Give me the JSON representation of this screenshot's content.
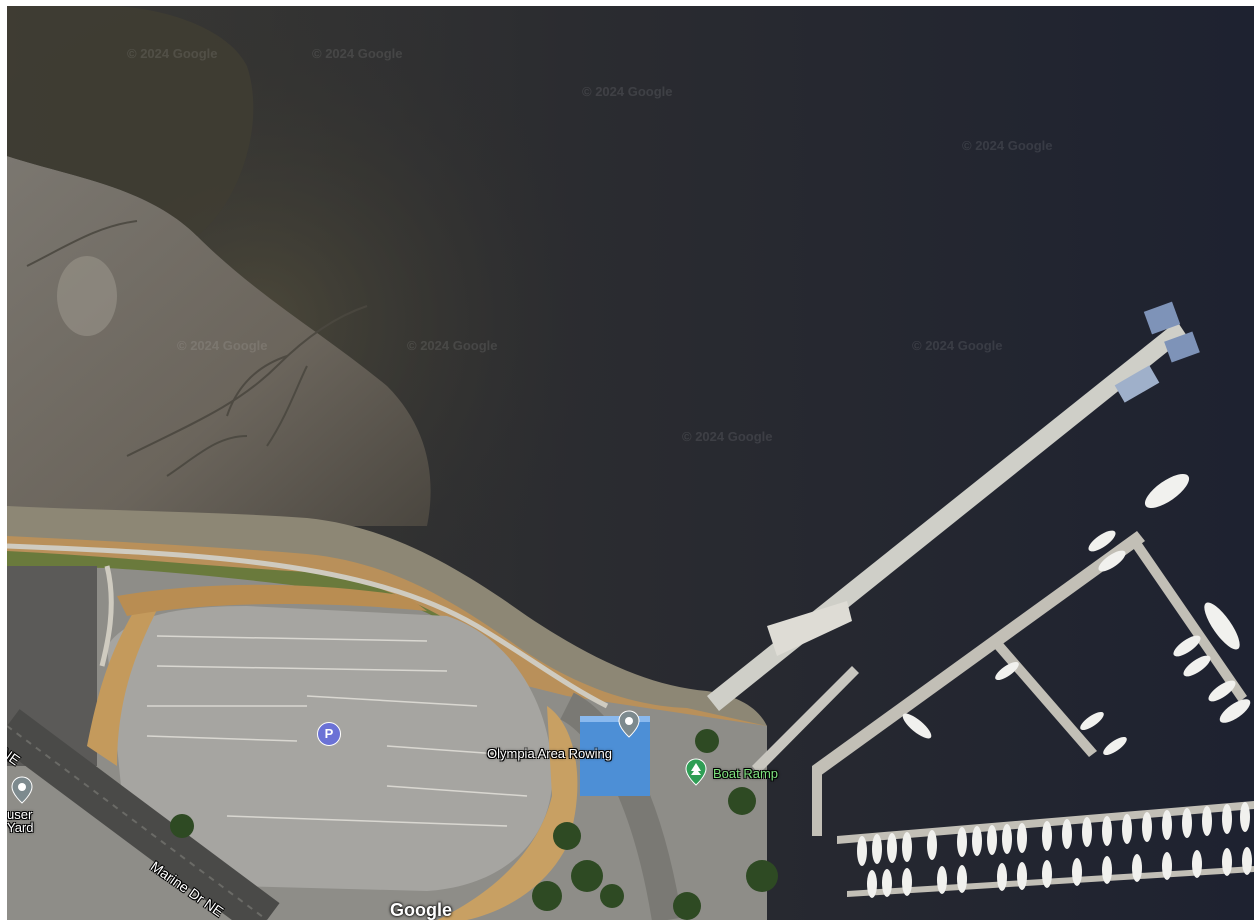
{
  "map": {
    "attribution": "© 2024 Google",
    "logo": "Google",
    "places": {
      "rowing": "Olympia Area Rowing",
      "boat_ramp": "Boat Ramp",
      "left_place_line1": "user",
      "left_place_line2": "Yard"
    },
    "roads": {
      "marine_dr": "Marine Dr NE",
      "left_road": "NE"
    },
    "icons": {
      "parking": "P",
      "rowing_pin": "location-pin-icon",
      "boat_ramp_pin": "tree-pin-icon",
      "left_pin": "location-pin-icon"
    },
    "colors": {
      "water": "#1f2433",
      "mudflat": "#6f6a62",
      "pin_gray": "#7d8a8e",
      "pin_green": "#2f9e55",
      "parking_blue": "#6b72d6"
    }
  }
}
